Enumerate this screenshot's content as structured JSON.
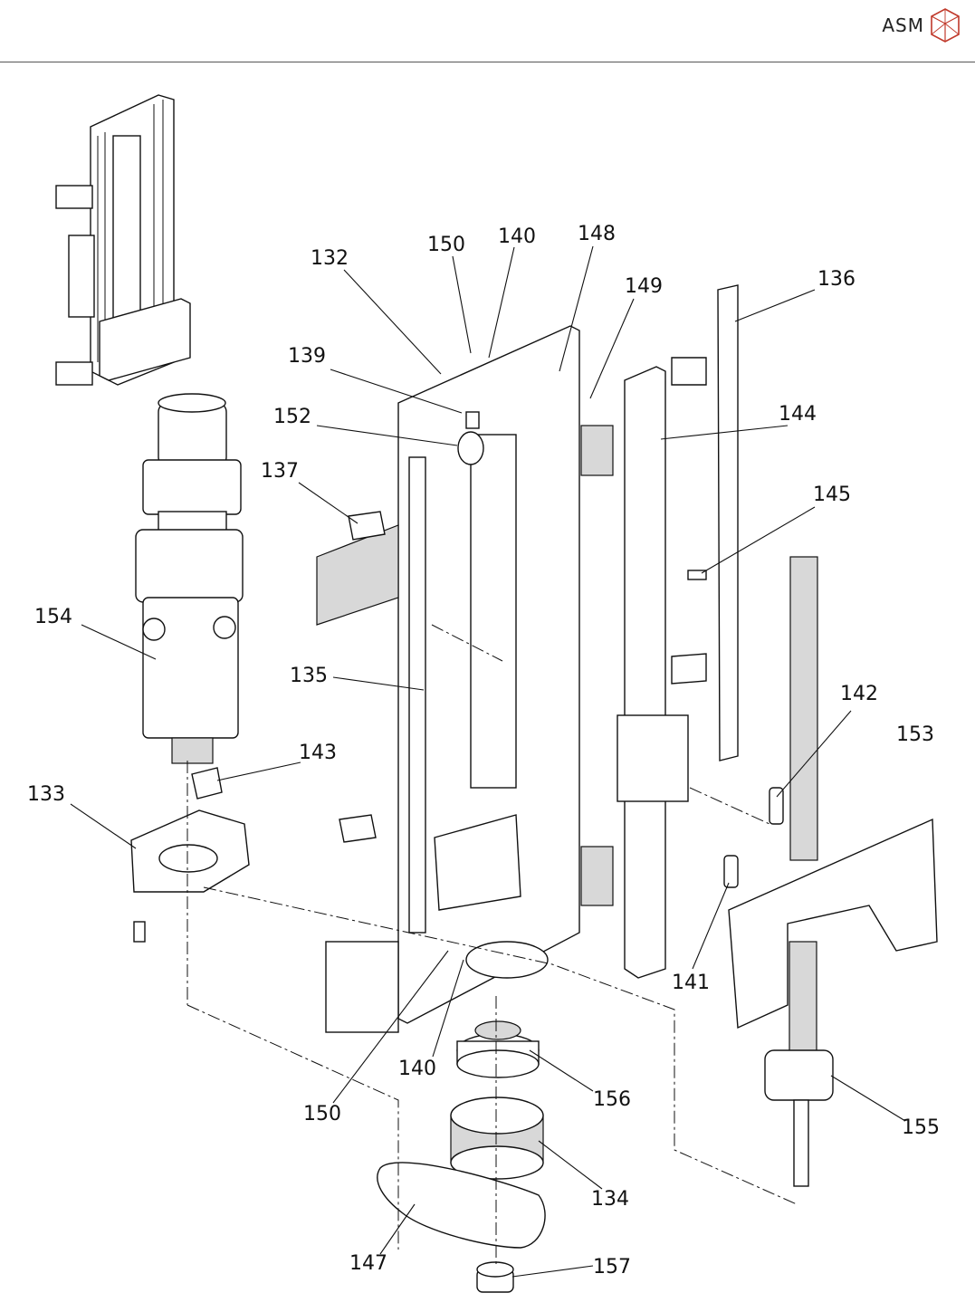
{
  "header": {
    "brand": "ASM",
    "logo_icon": "cube-logo-icon",
    "accent_color": "#c0392b"
  },
  "callouts": [
    {
      "id": "132",
      "text": "132"
    },
    {
      "id": "150a",
      "text": "150"
    },
    {
      "id": "140a",
      "text": "140"
    },
    {
      "id": "148",
      "text": "148"
    },
    {
      "id": "149",
      "text": "149"
    },
    {
      "id": "136",
      "text": "136"
    },
    {
      "id": "139",
      "text": "139"
    },
    {
      "id": "152",
      "text": "152"
    },
    {
      "id": "144",
      "text": "144"
    },
    {
      "id": "137",
      "text": "137"
    },
    {
      "id": "145",
      "text": "145"
    },
    {
      "id": "154",
      "text": "154"
    },
    {
      "id": "135",
      "text": "135"
    },
    {
      "id": "142",
      "text": "142"
    },
    {
      "id": "153",
      "text": "153"
    },
    {
      "id": "143",
      "text": "143"
    },
    {
      "id": "133",
      "text": "133"
    },
    {
      "id": "141",
      "text": "141"
    },
    {
      "id": "140b",
      "text": "140"
    },
    {
      "id": "156",
      "text": "156"
    },
    {
      "id": "150b",
      "text": "150"
    },
    {
      "id": "155",
      "text": "155"
    },
    {
      "id": "134",
      "text": "134"
    },
    {
      "id": "147",
      "text": "147"
    },
    {
      "id": "157",
      "text": "157"
    }
  ]
}
